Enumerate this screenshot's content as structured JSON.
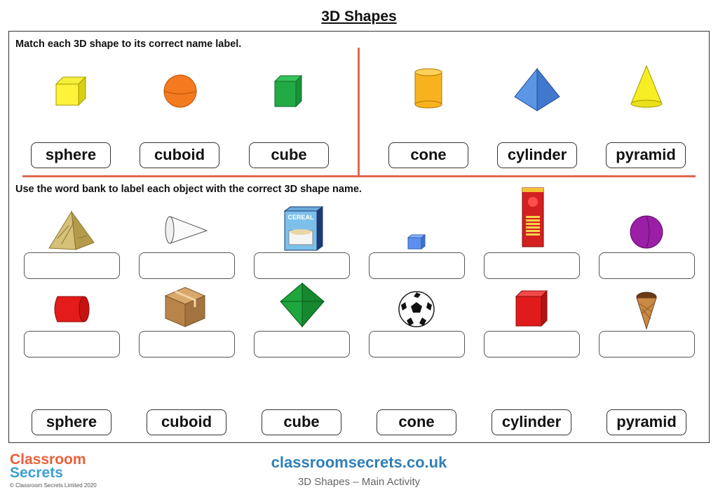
{
  "page": {
    "title": "3D Shapes"
  },
  "section1": {
    "instruction": "Match each 3D shape to its correct name label.",
    "labels": [
      "sphere",
      "cuboid",
      "cube",
      "cone",
      "cylinder",
      "pyramid"
    ]
  },
  "section2": {
    "instruction": "Use the word bank to label each object with the correct 3D shape name.",
    "word_bank": [
      "sphere",
      "cuboid",
      "cube",
      "cone",
      "cylinder",
      "pyramid"
    ]
  },
  "footer": {
    "logo_line1": "Classroom",
    "logo_line2": "Secrets",
    "copyright": "© Classroom Secrets Limited 2020",
    "website": "classroomsecrets.co.uk",
    "subtitle": "3D Shapes – Main Activity"
  },
  "colors": {
    "divider": "#e0694e",
    "website": "#2f7fb8",
    "logo_orange": "#e9603a",
    "logo_blue": "#3b9fd7"
  }
}
